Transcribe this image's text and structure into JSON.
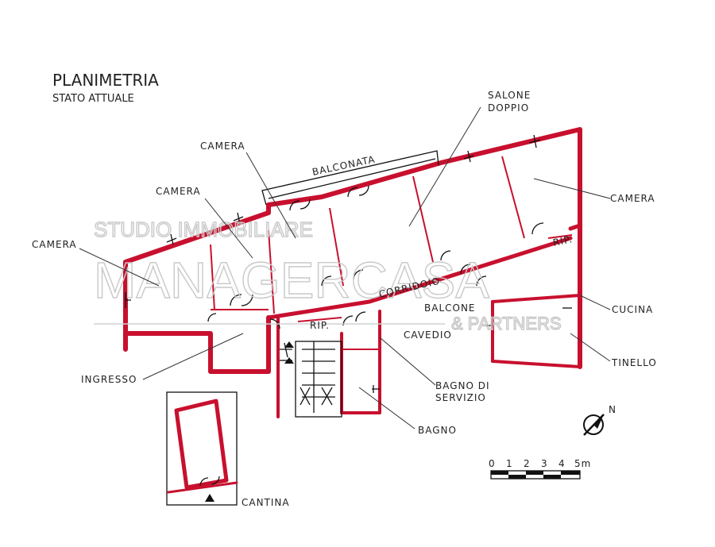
{
  "title": "PLANIMETRIA",
  "subtitle": "STATO ATTUALE",
  "watermark": {
    "line1": "STUDIO IMMOBILIARE",
    "line2": "MANAGERCASA",
    "line3": "& PARTNERS"
  },
  "rooms": {
    "camera_1": "CAMERA",
    "camera_2": "CAMERA",
    "camera_3": "CAMERA",
    "camera_4": "CAMERA",
    "balconata": "BALCONATA",
    "salone_line1": "SALONE",
    "salone_line2": "DOPPIO",
    "corridoio": "CORRIDOIO",
    "balcone": "BALCONE",
    "cavedio": "CAVEDIO",
    "rip_1": "RIP.",
    "rip_2": "RIP.",
    "cucina": "CUCINA",
    "tinello": "TINELLO",
    "ingresso": "INGRESSO",
    "bagno_servizio_line1": "BAGNO DI",
    "bagno_servizio_line2": "SERVIZIO",
    "bagno": "BAGNO",
    "cantina": "CANTINA"
  },
  "north": "N",
  "scale": {
    "ticks": [
      "0",
      "1",
      "2",
      "3",
      "4",
      "5m"
    ]
  },
  "colors": {
    "wall": "#c8102e",
    "ink": "#222222",
    "watermark": "#c9c9c9"
  }
}
